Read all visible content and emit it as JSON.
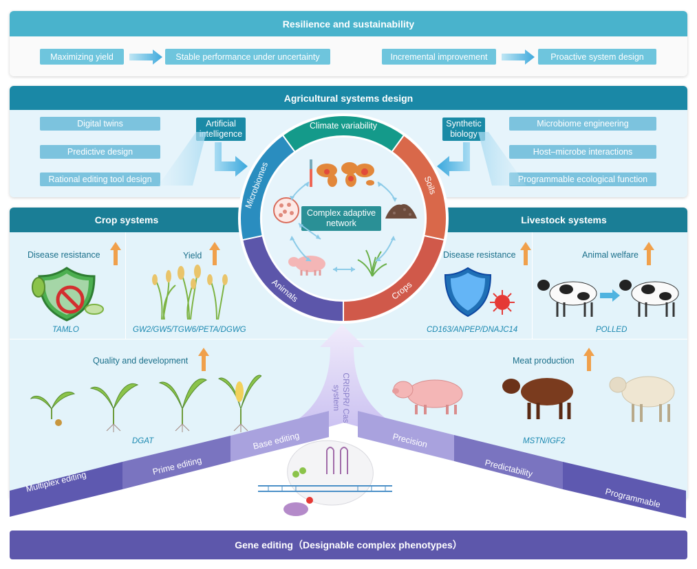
{
  "resilience": {
    "title": "Resilience and sustainability",
    "from1": "Maximizing yield",
    "to1": "Stable performance under uncertainty",
    "from2": "Incremental improvement",
    "to2": "Proactive system design"
  },
  "agri": {
    "title": "Agricultural systems design",
    "left_items": [
      "Digital twins",
      "Predictive design",
      "Rational editing tool design"
    ],
    "ai_label": "Artificial intelligence",
    "synbio_label": "Synthetic biology",
    "right_items": [
      "Microbiome engineering",
      "Host–microbe interactions",
      "Programmable ecological function"
    ]
  },
  "circle": {
    "segments": [
      "Climate variability",
      "Soils",
      "Crops",
      "Animals",
      "Microbiomes"
    ],
    "center": "Complex adaptive network"
  },
  "crop": {
    "title": "Crop systems",
    "disease_label": "Disease resistance",
    "disease_gene": "TAMLO",
    "yield_label": "Yield",
    "yield_gene": "GW2/GW5/TGW6/PETA/DGWG",
    "quality_label": "Quality and development",
    "quality_gene": "DGAT"
  },
  "livestock": {
    "title": "Livestock systems",
    "disease_label": "Disease resistance",
    "disease_gene": "CD163/ANPEP/DNAJC14",
    "welfare_label": "Animal welfare",
    "welfare_gene": "POLLED",
    "meat_label": "Meat production",
    "meat_gene": "MSTN/IGF2"
  },
  "editing": {
    "crispr": "CRISPR/ Cas system",
    "left_steps": [
      "Multiplex editing",
      "Prime editing",
      "Base editing"
    ],
    "right_steps": [
      "Precision",
      "Predictability",
      "Programmable"
    ],
    "footer": "Gene editing（Designable complex phenotypes）"
  },
  "colors": {
    "teal_header": "#49b3cc",
    "dark_teal": "#1a7e96",
    "chip": "#6ec5dd",
    "climate": "#149a8a",
    "soils": "#d9684a",
    "crops": "#d0594a",
    "animals": "#5c56aa",
    "microbiomes": "#2a8dbf",
    "purple": "#5d57ab",
    "up_arrow": "#f0a04b"
  },
  "icons": [
    "arrow-right-icon",
    "up-arrow-icon",
    "shield-icon",
    "virus-icon",
    "world-map-icon",
    "soil-icon",
    "pig-icon",
    "cow-icon",
    "sheep-icon",
    "grass-icon",
    "petri-dish-icon",
    "plant-icon",
    "dna-icon"
  ]
}
